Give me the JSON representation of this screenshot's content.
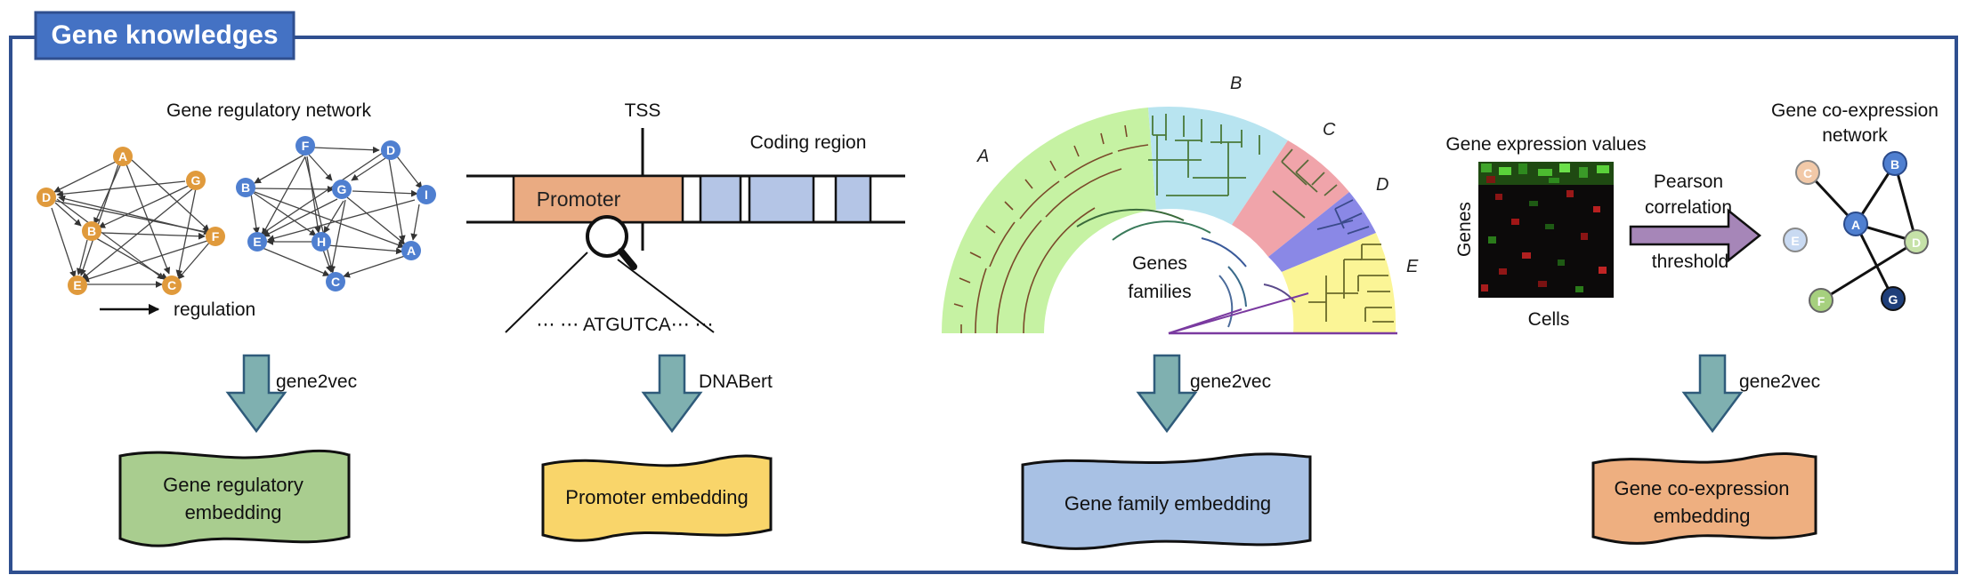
{
  "header": {
    "title": "Gene knowledges"
  },
  "colors": {
    "frame": "#2f4f8f",
    "title_bg": "#4472c4",
    "orange_node": "#e09a3c",
    "blue_node": "#4f7fd0",
    "arrow_teal": "#7fb0b0",
    "arrow_purple": "#a686b8"
  },
  "panels": {
    "grn": {
      "title": "Gene regulatory network",
      "legend": "regulation",
      "nodes_left": [
        "A",
        "G",
        "D",
        "B",
        "F",
        "E",
        "C"
      ],
      "nodes_right": [
        "F",
        "D",
        "B",
        "G",
        "I",
        "E",
        "H",
        "A",
        "C"
      ],
      "method": "gene2vec",
      "embedding": "Gene regulatory embedding",
      "embedding_lines": [
        "Gene regulatory",
        "embedding"
      ]
    },
    "promoter": {
      "tss_label": "TSS",
      "coding_label": "Coding region",
      "promoter_label": "Promoter",
      "sequence": "⋯ ⋯ ATGUTCA⋯ ⋯",
      "method": "DNABert",
      "embedding": "Promoter embedding"
    },
    "family": {
      "clade_labels": [
        "A",
        "B",
        "C",
        "D",
        "E"
      ],
      "center_label_lines": [
        "Genes",
        "families"
      ],
      "method": "gene2vec",
      "embedding": "Gene family embedding"
    },
    "coexpr": {
      "expr_title": "Gene expression values",
      "axis_genes": "Genes",
      "axis_cells": "Cells",
      "arrow_lines": [
        "Pearson",
        "correlation"
      ],
      "arrow_below": "threshold",
      "network_title_lines": [
        "Gene co-expression",
        "network"
      ],
      "nodes": [
        "C",
        "B",
        "E",
        "A",
        "D",
        "F",
        "G"
      ],
      "method": "gene2vec",
      "embedding_lines": [
        "Gene co-expression",
        "embedding"
      ]
    }
  }
}
